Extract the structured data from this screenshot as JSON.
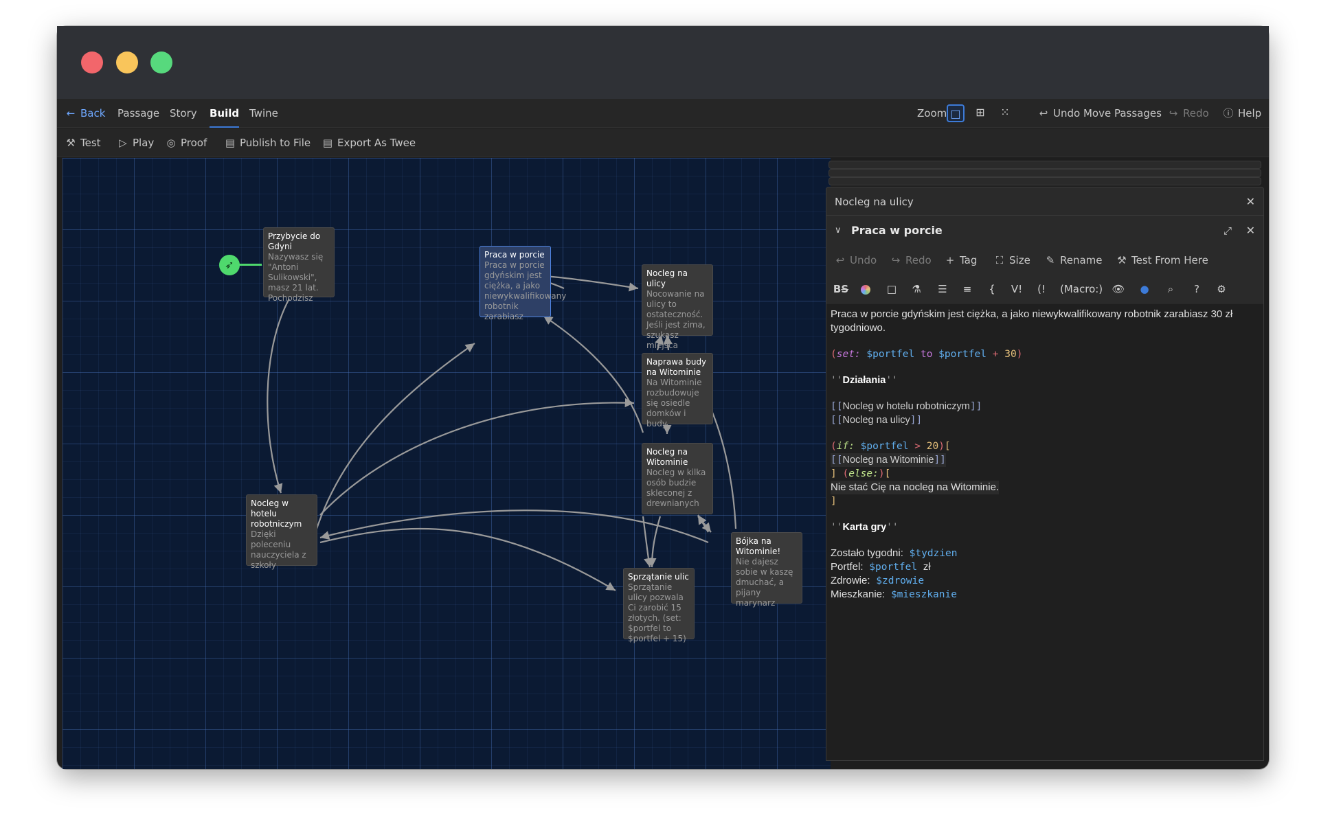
{
  "window": {
    "traffic_lights": [
      "close",
      "minimize",
      "maximize"
    ]
  },
  "menu": {
    "back": "Back",
    "tabs": [
      "Passage",
      "Story",
      "Build",
      "Twine"
    ],
    "active_tab": "Build",
    "zoom_label": "Zoom",
    "undo": "Undo Move Passages",
    "redo": "Redo",
    "help": "Help"
  },
  "toolbar": {
    "test": "Test",
    "play": "Play",
    "proof": "Proof",
    "publish": "Publish to File",
    "export": "Export As Twee"
  },
  "passages": [
    {
      "title": "Przybycie do Gdyni",
      "excerpt": "Nazywasz się \"Antoni Sulikowski\", masz 21 lat. Pochodzisz",
      "selected": false,
      "start": true
    },
    {
      "title": "Praca w porcie",
      "excerpt": "Praca w porcie gdyńskim jest ciężka, a jako niewykwalifikowany robotnik zarabiasz",
      "selected": true
    },
    {
      "title": "Nocleg na ulicy",
      "excerpt": "Nocowanie na ulicy to ostateczność. Jeśli jest zima, szukasz miejsca",
      "selected": false
    },
    {
      "title": "Naprawa budy na Witominie",
      "excerpt": "Na Witominie rozbudowuje się osiedle domków i budy",
      "selected": false
    },
    {
      "title": "Nocleg na Witominie",
      "excerpt": "Nocleg w kilka osób budzie skleconej z drewnianych",
      "selected": false
    },
    {
      "title": "Nocleg w hotelu robotniczym",
      "excerpt": "Dzięki poleceniu nauczyciela z szkoły",
      "selected": false
    },
    {
      "title": "Sprzątanie ulic",
      "excerpt": "Sprzątanie ulicy pozwala Ci zarobić 15 złotych. (set: $portfel to $portfel + 15)",
      "selected": false
    },
    {
      "title": "Bójka na Witominie!",
      "excerpt": "Nie dajesz sobie w kaszę dmuchać, a pijany marynarz",
      "selected": false
    }
  ],
  "dialogs": {
    "collapsed_title": "Nocleg na ulicy",
    "main_title": "Praca w porcie",
    "tools": {
      "undo": "Undo",
      "redo": "Redo",
      "tag": "Tag",
      "size": "Size",
      "rename": "Rename",
      "test_from_here": "Test From Here"
    },
    "format_toolbar": {
      "macro": "(Macro:)"
    },
    "text": {
      "intro": "Praca w porcie gdyńskim jest ciężka, a jako niewykwalifikowany robotnik zarabiasz 30 zł",
      "intro2": "tygodniowo.",
      "set_kw": "set:",
      "var_portfel": "$portfel",
      "to": "to",
      "plus": "+",
      "n30": "30",
      "heading1": "Działania",
      "link1": "Nocleg w hotelu robotniczym",
      "link2": "Nocleg na ulicy",
      "if_kw": "if:",
      "gt": ">",
      "n20": "20",
      "link3": "Nocleg na Witominie",
      "else_kw": "else:",
      "else_text": "Nie stać Cię na nocleg na Witominie.",
      "heading2": "Karta gry",
      "stat1_label": "Zostało tygodni:",
      "stat1_var": "$tydzien",
      "stat2_label": "Portfel:",
      "stat2_var": "$portfel",
      "stat2_unit": "zł",
      "stat3_label": "Zdrowie:",
      "stat3_var": "$zdrowie",
      "stat4_label": "Mieszkanie:",
      "stat4_var": "$mieszkanie"
    }
  },
  "colors": {
    "accent": "#3d7bd8",
    "start": "#4fd96d",
    "canvas": "#0b1a33"
  }
}
